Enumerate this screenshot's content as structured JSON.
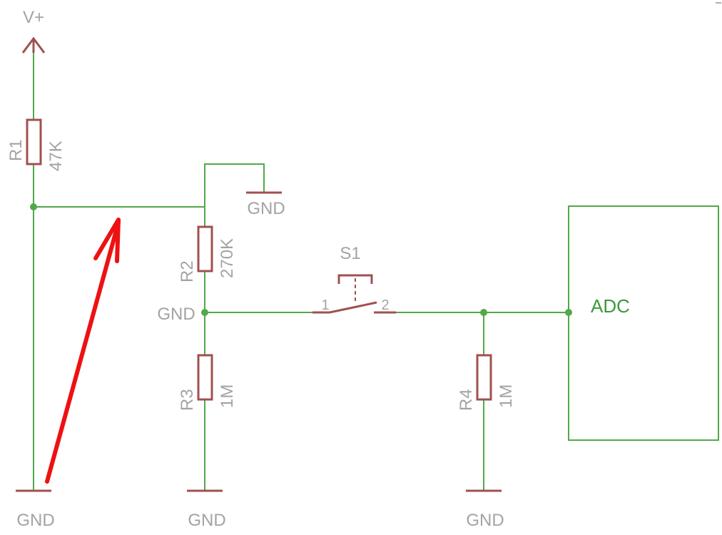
{
  "labels": {
    "supply": "V+",
    "r1_name": "R1",
    "r1_value": "47K",
    "r2_name": "R2",
    "r2_value": "270K",
    "r3_name": "R3",
    "r3_value": "1M",
    "r4_name": "R4",
    "r4_value": "1M",
    "s1_name": "S1",
    "s1_pin1": "1",
    "s1_pin2": "2",
    "gnd_top": "GND",
    "gnd_mid": "GND",
    "gnd_bottom_left": "GND",
    "gnd_bottom_mid": "GND",
    "gnd_bottom_right": "GND",
    "adc": "ADC"
  },
  "colors": {
    "wire": "#52a84a",
    "component": "#a05050",
    "text": "#a3a3a3",
    "annotation_arrow": "#ee1111"
  }
}
